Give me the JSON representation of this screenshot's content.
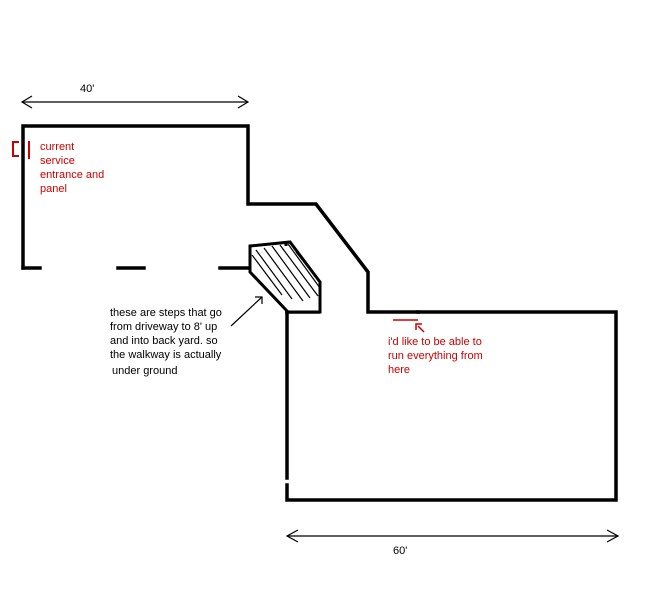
{
  "dimensions": {
    "top_width": "40'",
    "bottom_width": "60'"
  },
  "annotations": {
    "service_lines": [
      "current",
      "service",
      "entrance and",
      "panel"
    ],
    "steps_lines": [
      "these are steps that go",
      "from driveway to 8' up",
      "and into back yard. so",
      "the walkway is actually",
      "under ground"
    ],
    "target_lines": [
      "i'd like to be able to",
      "run everything from",
      "here"
    ]
  },
  "colors": {
    "line": "#000000",
    "annotation_red": "#cc0000",
    "background": "#ffffff"
  }
}
